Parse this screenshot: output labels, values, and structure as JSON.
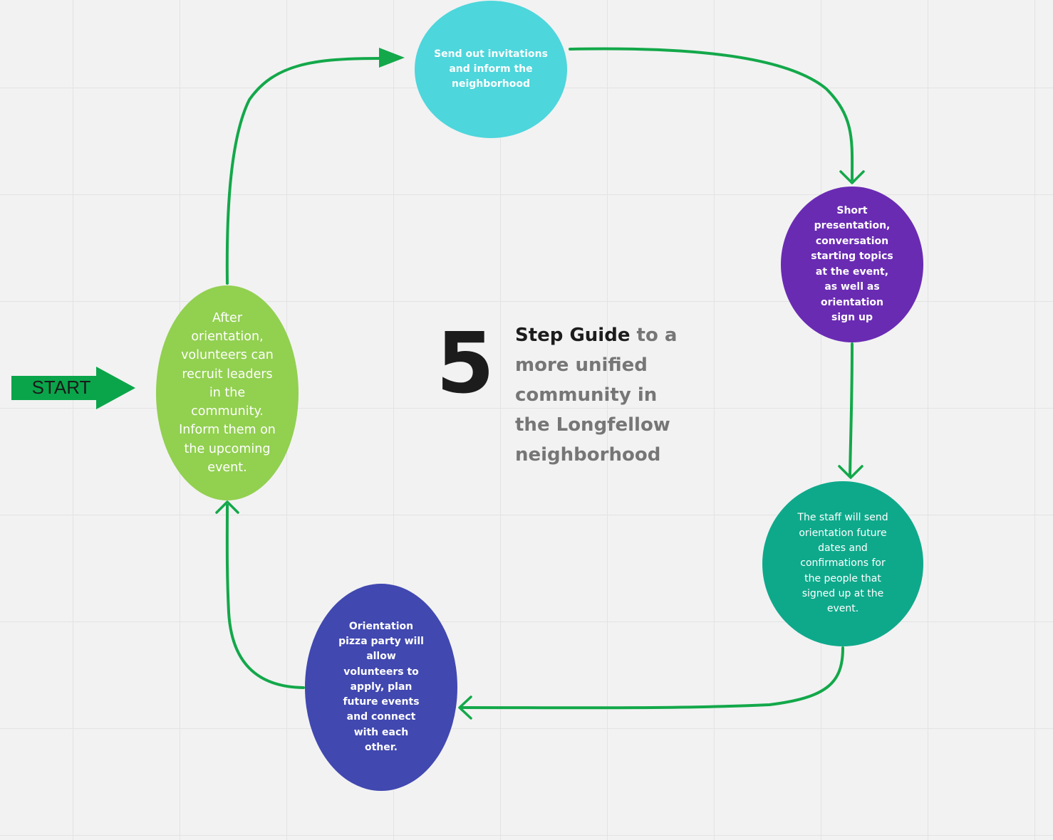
{
  "diagram": {
    "start_label": "START",
    "title": {
      "number": "5",
      "emphasis": "Step Guide",
      "rest": " to a more unified community in the Longfellow neighborhood"
    },
    "steps": [
      {
        "id": "invite",
        "lines": [
          "Send out invitations",
          "and inform the",
          "neighborhood"
        ],
        "color": "#4dd6dc"
      },
      {
        "id": "presentation",
        "lines": [
          "Short",
          "presentation,",
          "conversation",
          "starting topics",
          "at the event,",
          "as well as",
          "orientation",
          "sign up"
        ],
        "color": "#6a2bb3"
      },
      {
        "id": "staff",
        "lines": [
          "The staff will send",
          "orientation future",
          "dates and",
          "confirmations for",
          "the people that",
          "signed up at the",
          "event."
        ],
        "color": "#0ea98b"
      },
      {
        "id": "pizza",
        "lines": [
          "Orientation",
          "pizza party will",
          "allow",
          "volunteers to",
          "apply, plan",
          "future events",
          "and connect",
          "with each",
          "other."
        ],
        "color": "#4148b0"
      },
      {
        "id": "recruit",
        "lines": [
          "After",
          "orientation,",
          "volunteers can",
          "recruit leaders",
          "in the",
          "community.",
          "Inform them on",
          "the upcoming",
          "event."
        ],
        "color": "#92d050"
      }
    ],
    "connector_color": "#13a84a",
    "start_arrow_color": "#0aa54a"
  }
}
